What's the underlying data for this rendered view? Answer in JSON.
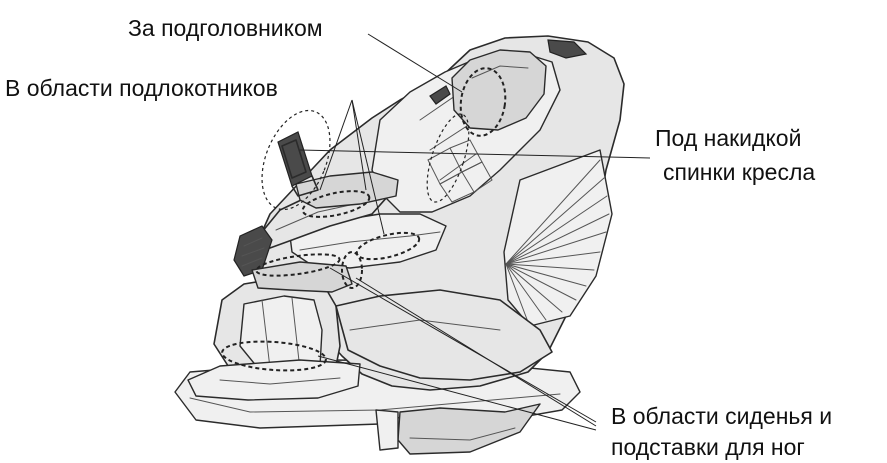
{
  "labels": {
    "headrest": "За подголовником",
    "armrests": "В области подлокотников",
    "back_line1": "Под накидкой",
    "back_line2": "спинки кресла",
    "seat_line1": "В области сиденья и",
    "seat_line2": "подставки для ног"
  },
  "colors": {
    "body_fill": "#e6e6e6",
    "outline": "#2b2b2b",
    "text": "#111111"
  }
}
